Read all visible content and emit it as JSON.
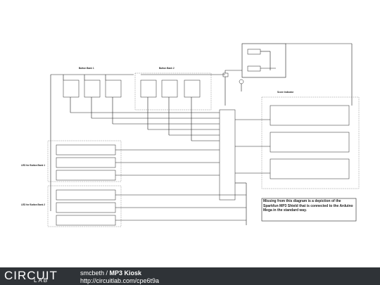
{
  "diagram": {
    "labels": {
      "button_bank_1": "Button Bank 1",
      "button_bank_2": "Button Bank 2",
      "score_indicator": "Score Indicator",
      "led_bank_1": "LED for Button Bank 1",
      "led_bank_2": "LED for Button Bank 2",
      "note": "Missing from this diagram is a depiction of the Sparkfun MP3 Shield that is connected to the Arduino Mega in the standard way."
    }
  },
  "footer": {
    "brand": "CIRCUIT",
    "brand_sub": "LAB",
    "author": "smcbeth",
    "separator": " / ",
    "title": "MP3 Kiosk",
    "url": "http://circuitlab.com/cpe6t9a"
  }
}
